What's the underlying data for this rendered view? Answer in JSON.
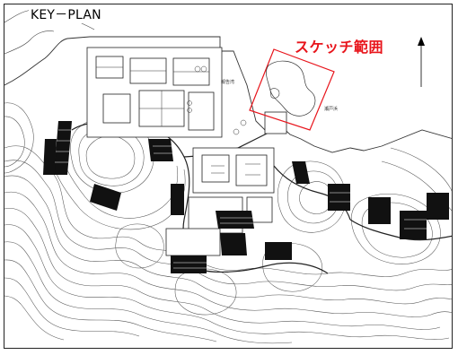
{
  "map": {
    "title": "KEY－PLAN",
    "highlight_label": "スケッチ範囲",
    "highlight_color": "#e8141b",
    "north_arrow_icon": "north-arrow-icon",
    "place_labels": [
      "報告湾",
      "瀬戸浜"
    ]
  }
}
